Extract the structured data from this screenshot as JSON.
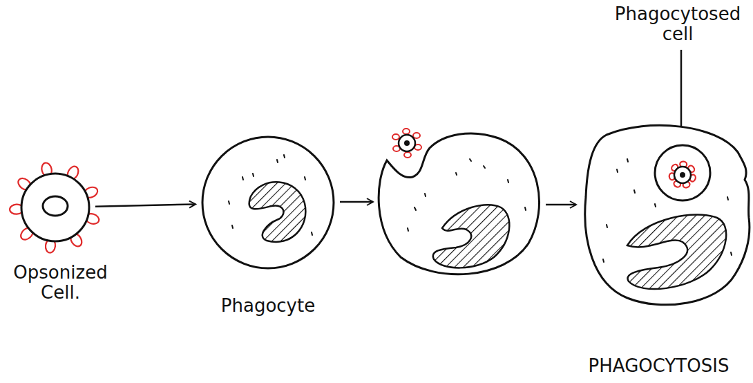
{
  "diagram": {
    "nodes": [
      {
        "text": [
          "Opsonized Cell."
        ]
      },
      {
        "text": [
          "Phagocyte"
        ]
      },
      {
        "text": [
          "PHAGOCYTOSIS"
        ]
      }
    ],
    "edges": [
      {
        "from": 0,
        "to": 1,
        "arrow": "to"
      }
    ],
    "labels": [
      "Phagocytosed cell"
    ]
  }
}
